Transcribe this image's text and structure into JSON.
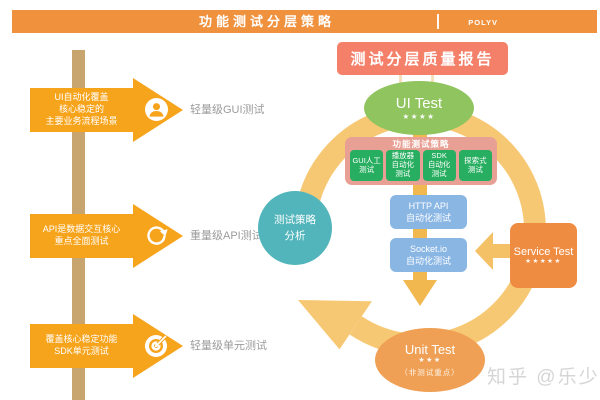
{
  "header": {
    "title": "功能测试分层策略",
    "brand": "POLYV"
  },
  "left_arrows": [
    {
      "icon": "person-icon",
      "text": "UI自动化覆盖\n核心稳定的\n主要业务流程场景",
      "label": "轻量级GUI测试"
    },
    {
      "icon": "refresh-circle-icon",
      "text": "API是数据交互核心\n重点全面测试",
      "label": "重量级API测试"
    },
    {
      "icon": "target-dart-icon",
      "text": "覆盖核心稳定功能\nSDK单元测试",
      "label": "轻量级单元测试"
    }
  ],
  "diagram": {
    "report_box": "测试分层质量报告",
    "ui_test": {
      "title": "UI Test",
      "stars": "★★★★"
    },
    "strategy_box": {
      "title": "功能测试策略",
      "items": [
        "GUI人工\n测试",
        "播放器\n自动化\n测试",
        "SDK\n自动化\n测试",
        "探索式\n测试"
      ]
    },
    "http_api_box": "HTTP API\n自动化测试",
    "socket_box": "Socket.io\n自动化测试",
    "analysis_circle": "测试策略\n分析",
    "service_test": {
      "title": "Service Test",
      "stars": "★★★★★"
    },
    "unit_test": {
      "title": "Unit Test",
      "stars": "★★★",
      "note": "（非测试重点）"
    }
  },
  "watermark": "知乎 @乐少",
  "colors": {
    "header_orange": "#F0913E",
    "arrow_orange": "#F7A41D",
    "pole_tan": "#C8A46E",
    "ring_gold": "#F7C873",
    "center_arrow_gold": "#F1B84F",
    "report_salmon": "#F5806A",
    "ui_green": "#8FC45E",
    "strategy_pink": "#E8A094",
    "item_green": "#27AE60",
    "api_blue": "#8AB6E4",
    "analysis_teal": "#52B5BB",
    "service_orange": "#EE8C42",
    "unit_orange": "#EFA055"
  }
}
